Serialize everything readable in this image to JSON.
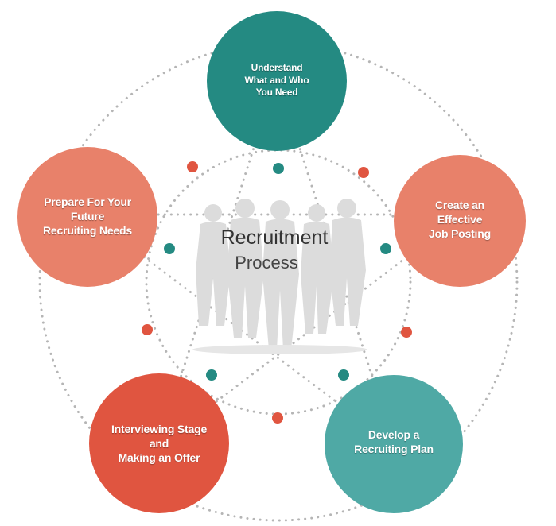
{
  "center": {
    "title": "Recruitment",
    "subtitle": "Process",
    "image": "business-people-silhouette"
  },
  "nodes": [
    {
      "lines": [
        "Understand",
        "What and Who",
        "You Need"
      ],
      "color": "#248a82"
    },
    {
      "lines": [
        "Create an",
        "Effective",
        "Job Posting"
      ],
      "color": "#e8816a"
    },
    {
      "lines": [
        "Develop a",
        "Recruiting Plan"
      ],
      "color": "#4fa9a5"
    },
    {
      "lines": [
        "Interviewing Stage",
        "and",
        "Making an Offer"
      ],
      "color": "#e05540"
    },
    {
      "lines": [
        "Prepare For Your",
        "Future",
        "Recruiting Needs"
      ],
      "color": "#e8816a"
    }
  ],
  "colors": {
    "teal_dot": "#248a82",
    "red_dot": "#e05540",
    "dotted_line": "#b5b5b5",
    "silhouette": "#dcdcdc"
  }
}
